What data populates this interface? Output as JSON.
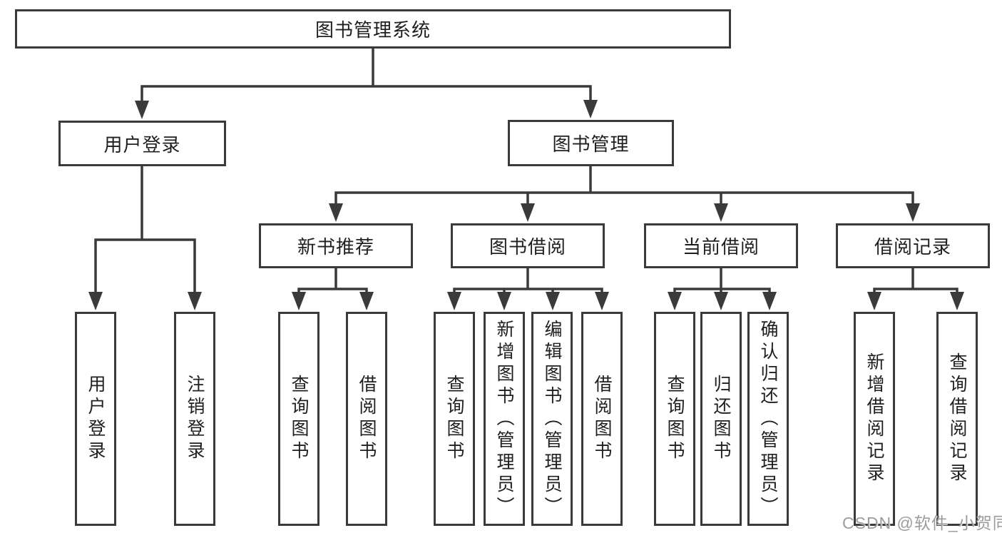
{
  "diagram": {
    "root": {
      "label": "图书管理系统"
    },
    "level2": [
      {
        "id": "user-login",
        "label": "用户登录"
      },
      {
        "id": "book-management",
        "label": "图书管理"
      }
    ],
    "level3": [
      {
        "id": "new-book-recommend",
        "label": "新书推荐"
      },
      {
        "id": "book-borrow",
        "label": "图书借阅"
      },
      {
        "id": "current-borrow",
        "label": "当前借阅"
      },
      {
        "id": "borrow-records",
        "label": "借阅记录"
      }
    ],
    "leaves": {
      "user_login": [
        {
          "label": "用户登录"
        },
        {
          "label": "注销登录"
        }
      ],
      "new_book_recommend": [
        {
          "label": "查询图书"
        },
        {
          "label": "借阅图书"
        }
      ],
      "book_borrow": [
        {
          "label": "查询图书"
        },
        {
          "label": "新增图书（管理员）"
        },
        {
          "label": "编辑图书（管理员）"
        },
        {
          "label": "借阅图书"
        }
      ],
      "current_borrow": [
        {
          "label": "查询图书"
        },
        {
          "label": "归还图书"
        },
        {
          "label": "确认归还（管理员）"
        }
      ],
      "borrow_records": [
        {
          "label": "新增借阅记录"
        },
        {
          "label": "查询借阅记录"
        }
      ]
    }
  },
  "watermark": {
    "text": "CSDN @软件_小贺同学"
  },
  "colors": {
    "line": "#3a3a3a",
    "box_border": "#3a3a3a",
    "text": "#1f1f1f",
    "watermark": "#9c9c9c",
    "background": "#ffffff"
  }
}
